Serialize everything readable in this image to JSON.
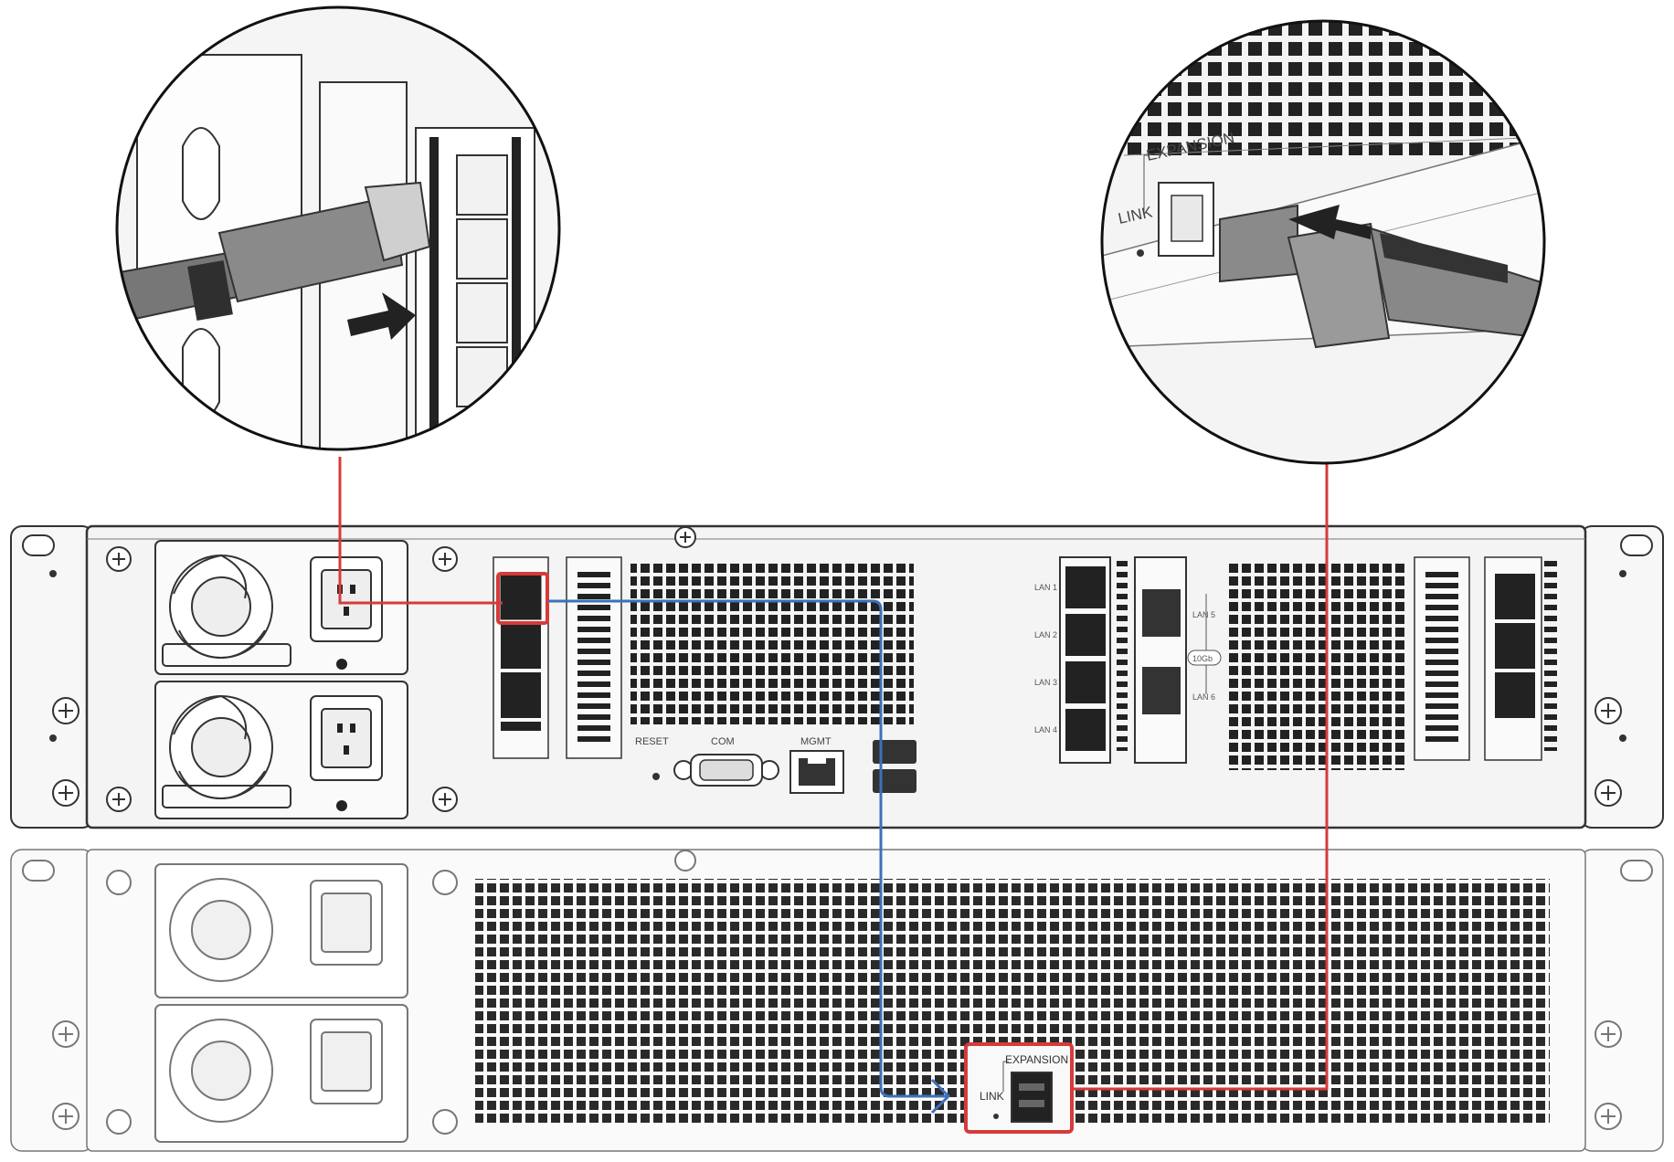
{
  "colors": {
    "highlight": "#d63b3b",
    "connector_blue": "#3b72b8",
    "chassis_fill": "#f4f4f4",
    "chassis_stroke": "#333333",
    "vent_dark": "#222222",
    "expansion_fill": "#f9f9f9"
  },
  "icons": {
    "zoom_left_arrow": "arrow-right-icon",
    "zoom_right_arrow": "arrow-left-icon",
    "usb": "usb-icon",
    "fan": "fan-icon"
  },
  "nas_unit": {
    "rear_labels": {
      "reset": "RESET",
      "com": "COM",
      "mgmt": "MGMT"
    },
    "lan_ports": [
      "LAN 1",
      "LAN 2",
      "LAN 3",
      "LAN 4"
    ],
    "ten_gb_ports": [
      "LAN 5",
      "LAN 6"
    ],
    "ten_gb_badge": "10Gb"
  },
  "expansion_unit": {
    "port_label": "EXPANSION",
    "link_label": "LINK"
  },
  "zoom_right": {
    "port_label": "EXPANSION",
    "link_label": "LINK"
  }
}
